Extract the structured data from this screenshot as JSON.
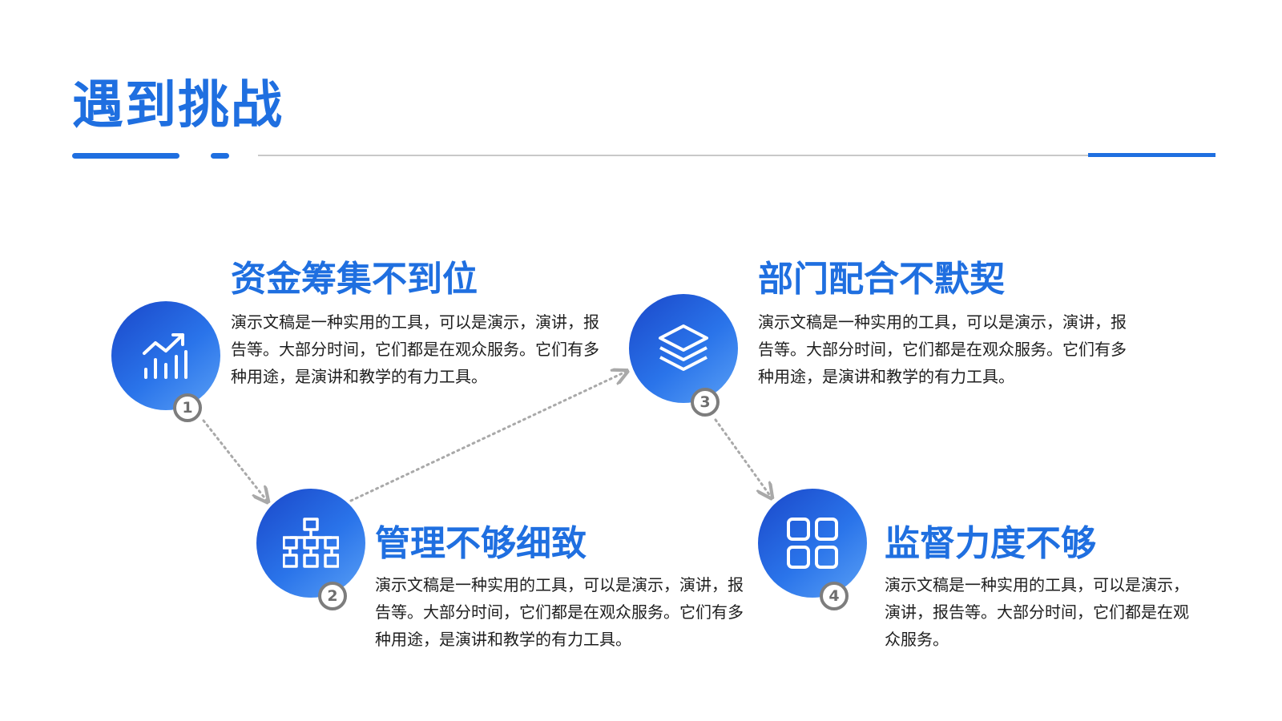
{
  "page": {
    "title": "遇到挑战"
  },
  "colors": {
    "accent": "#1f6fe0",
    "gradient_dark": "#1a47c9",
    "gradient_light": "#5aa0f5",
    "badge_gray": "#7d7d7d",
    "connector_gray": "#a9a9a9",
    "text": "#1e1e1e"
  },
  "steps": [
    {
      "number": "1",
      "icon": "chart-trend-up-icon",
      "title": "资金筹集不到位",
      "desc": "演示文稿是一种实用的工具，可以是演示，演讲，报告等。大部分时间，它们都是在观众服务。它们有多种用途，是演讲和教学的有力工具。"
    },
    {
      "number": "2",
      "icon": "org-chart-icon",
      "title": "管理不够细致",
      "desc": "演示文稿是一种实用的工具，可以是演示，演讲，报告等。大部分时间，它们都是在观众服务。它们有多种用途，是演讲和教学的有力工具。"
    },
    {
      "number": "3",
      "icon": "layers-icon",
      "title": "部门配合不默契",
      "desc": "演示文稿是一种实用的工具，可以是演示，演讲，报告等。大部分时间，它们都是在观众服务。它们有多种用途，是演讲和教学的有力工具。"
    },
    {
      "number": "4",
      "icon": "grid-four-icon",
      "title": "监督力度不够",
      "desc": "演示文稿是一种实用的工具，可以是演示，演讲，报告等。大部分时间，它们都是在观众服务。"
    }
  ]
}
